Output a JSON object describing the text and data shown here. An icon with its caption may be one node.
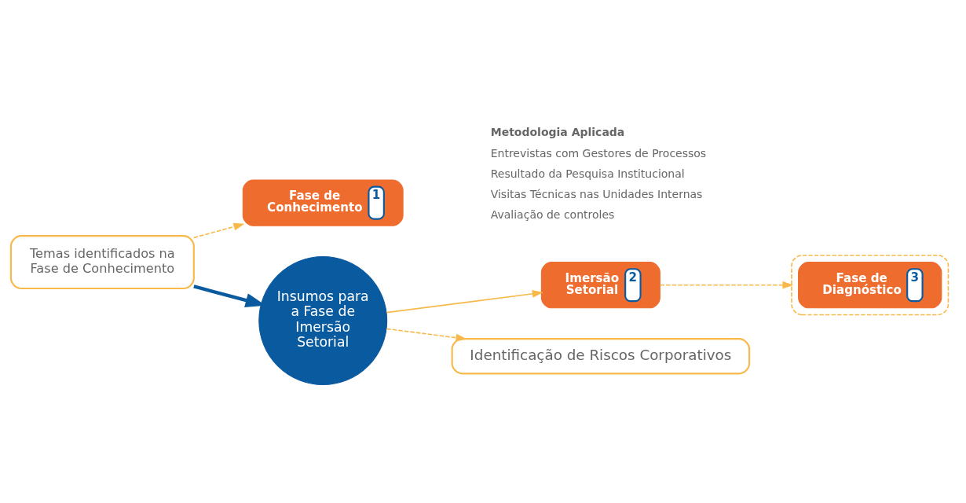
{
  "diagram": {
    "nodes": [
      {
        "text": [
          "Fase de Conhecimento",
          "1"
        ]
      },
      {
        "text": [
          "Imersão Setorial",
          "2"
        ]
      },
      {
        "text": [],
        "shape": "box"
      },
      {
        "text": [
          "Fase de Diagnóstico",
          "3"
        ],
        "in": 2
      },
      {
        "text": [
          "Temas identificados na Fase de Conhecimento"
        ]
      },
      {
        "text": [
          "Insumos para a Fase de Imersão Setorial"
        ]
      },
      {
        "text": [
          "Identificação de Riscos Corporativos"
        ]
      }
    ],
    "edges": [
      {
        "from": 4,
        "to": 0,
        "arrow": "to",
        "style": "dashed"
      },
      {
        "from": 1,
        "to": 2,
        "arrow": "to",
        "style": "dashed"
      },
      {
        "from": 4,
        "to": 5,
        "arrow": "to",
        "style": "thick",
        "color": "#0a5aa0"
      },
      {
        "from": 5,
        "to": 1,
        "arrow": "to"
      },
      {
        "from": 5,
        "to": 6,
        "arrow": "to",
        "style": "dashed"
      }
    ],
    "labels": [
      "Metodologia Aplicada",
      "Entrevistas com Gestores de Processos",
      "Resultado da Pesquisa Institucional",
      "Visitas Técnicas nas Unidades Internas",
      "Avaliação de controles"
    ]
  }
}
